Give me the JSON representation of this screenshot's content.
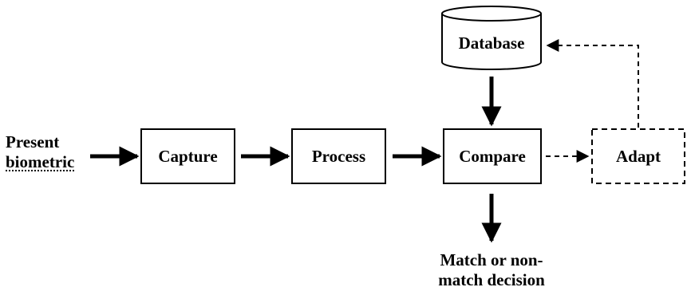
{
  "diagram": {
    "input": {
      "line1": "Present",
      "line2": "biometric"
    },
    "nodes": {
      "capture": "Capture",
      "process": "Process",
      "compare": "Compare",
      "database": "Database",
      "adapt": "Adapt"
    },
    "output": {
      "line1": "Match or non-",
      "line2": "match decision"
    },
    "style": {
      "stroke_color": "#000000",
      "background": "#ffffff"
    }
  }
}
